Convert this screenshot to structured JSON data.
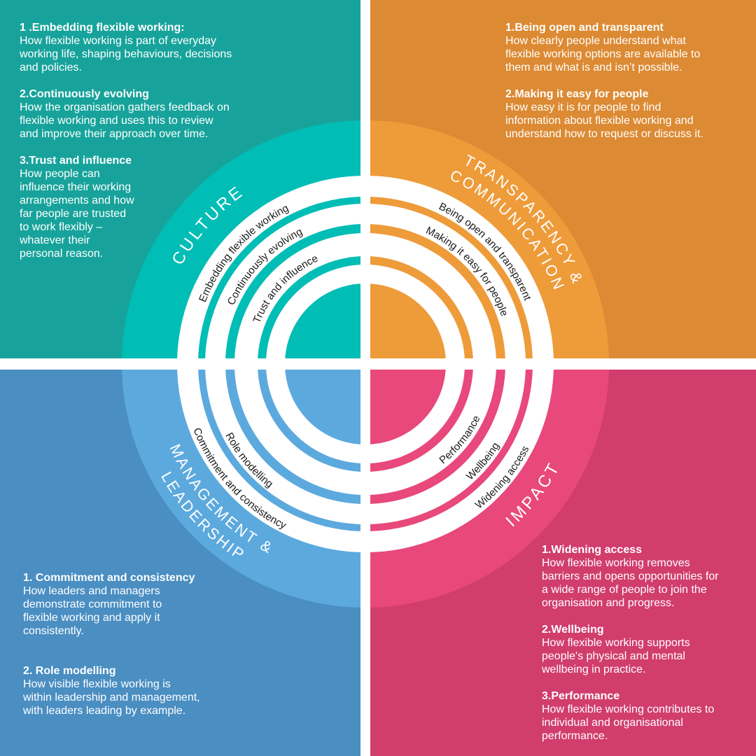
{
  "colors": {
    "culture_bg": "#17a39b",
    "culture_disk": "#00bdb5",
    "transparency_bg": "#dc8a33",
    "transparency_disk": "#ee9b3a",
    "management_bg": "#4a8ec2",
    "management_disk": "#5ca9de",
    "impact_bg": "#d13d6d",
    "impact_disk": "#e8487b",
    "ring": "#ffffff"
  },
  "quadrants": {
    "culture": {
      "heading": "CULTURE",
      "ring_labels": [
        "Embedding flexible working",
        "Continuously evolving",
        "Trust and influence"
      ],
      "items": [
        {
          "title": "1 .Embedding flexible working:",
          "description": "How flexible working is part of everyday\nworking life, shaping behaviours, decisions\nand policies."
        },
        {
          "title": "2.Continuously evolving",
          "description": "How the organisation gathers feedback on\nflexible working and uses this to review\nand improve their approach over time."
        },
        {
          "title": "3.Trust and influence",
          "description": "How people can\ninfluence their working\narrangements and how\nfar people are trusted\nto work flexibly –\nwhatever their\npersonal reason."
        }
      ]
    },
    "transparency": {
      "heading_line1": "TRANSPARENCY &",
      "heading_line2": "COMMUNICATION",
      "ring_labels": [
        "Being open and transparent",
        "Making it easy for people"
      ],
      "items": [
        {
          "title": "1.Being open and transparent",
          "description": "How clearly people understand what\nflexible working options are available to\nthem and what is and isn’t possible."
        },
        {
          "title": "2.Making it easy for people",
          "description": "How easy it is for people to find\ninformation about flexible working and\nunderstand how to request or discuss it."
        }
      ]
    },
    "management": {
      "heading_line1": "MANAGEMENT &",
      "heading_line2": "LEADERSHIP",
      "ring_labels": [
        "Commitment and consistency",
        "Role modelling"
      ],
      "items": [
        {
          "title": "1. Commitment and consistency",
          "description": "How leaders and managers\ndemonstrate commitment to\nflexible working and apply it\nconsistently."
        },
        {
          "title": "2. Role modelling",
          "description": "How visible flexible working is\nwithin leadership and management,\nwith leaders leading by example."
        }
      ]
    },
    "impact": {
      "heading": "IMPACT",
      "ring_labels": [
        "Widening access",
        "Wellbeing",
        "Performance"
      ],
      "items": [
        {
          "title": "1.Widening access",
          "description": "How flexible working removes\nbarriers and opens opportunities for\na wide range of people to join the\norganisation and progress."
        },
        {
          "title": "2.Wellbeing",
          "description": "How flexible working supports\npeople's physical and mental\nwellbeing in practice."
        },
        {
          "title": "3.Performance",
          "description": "How flexible working contributes to\nindividual and organisational\nperformance."
        }
      ]
    }
  }
}
